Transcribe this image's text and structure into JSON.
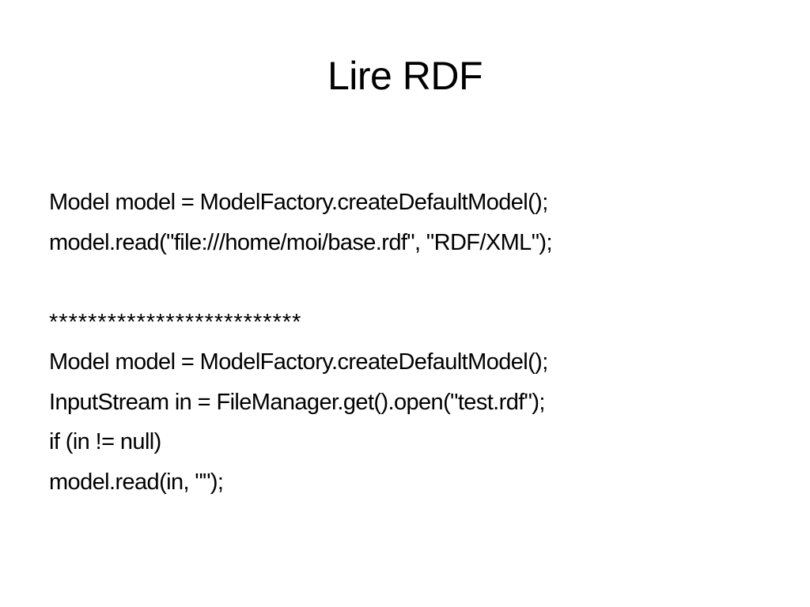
{
  "slide": {
    "title": "Lire RDF",
    "lines": [
      "Model model = ModelFactory.createDefaultModel();",
      "model.read(\"file:///home/moi/base.rdf\", \"RDF/XML\");",
      "",
      "**************************",
      "Model model = ModelFactory.createDefaultModel();",
      "InputStream in = FileManager.get().open(\"test.rdf\");",
      "if (in != null)",
      "model.read(in, \"\");"
    ]
  }
}
